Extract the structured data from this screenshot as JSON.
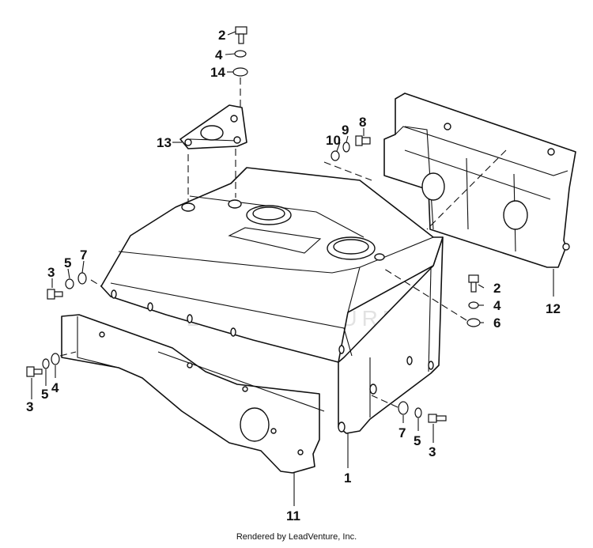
{
  "watermark": "LEADVENTURE",
  "footer": "Rendered by LeadVenture, Inc.",
  "callouts": [
    {
      "id": "c2-top",
      "text": "2"
    },
    {
      "id": "c4-top",
      "text": "4"
    },
    {
      "id": "c14",
      "text": "14"
    },
    {
      "id": "c13",
      "text": "13"
    },
    {
      "id": "c10",
      "text": "10"
    },
    {
      "id": "c9",
      "text": "9"
    },
    {
      "id": "c8",
      "text": "8"
    },
    {
      "id": "c3-left",
      "text": "3"
    },
    {
      "id": "c5-left",
      "text": "5"
    },
    {
      "id": "c7-left",
      "text": "7"
    },
    {
      "id": "c2-right",
      "text": "2"
    },
    {
      "id": "c4-right",
      "text": "4"
    },
    {
      "id": "c6",
      "text": "6"
    },
    {
      "id": "c12",
      "text": "12"
    },
    {
      "id": "c3-lowleft",
      "text": "3"
    },
    {
      "id": "c5-lowleft",
      "text": "5"
    },
    {
      "id": "c4-lowleft",
      "text": "4"
    },
    {
      "id": "c7-bottom",
      "text": "7"
    },
    {
      "id": "c5-bottom",
      "text": "5"
    },
    {
      "id": "c3-bottom",
      "text": "3"
    },
    {
      "id": "c1",
      "text": "1"
    },
    {
      "id": "c11",
      "text": "11"
    }
  ]
}
